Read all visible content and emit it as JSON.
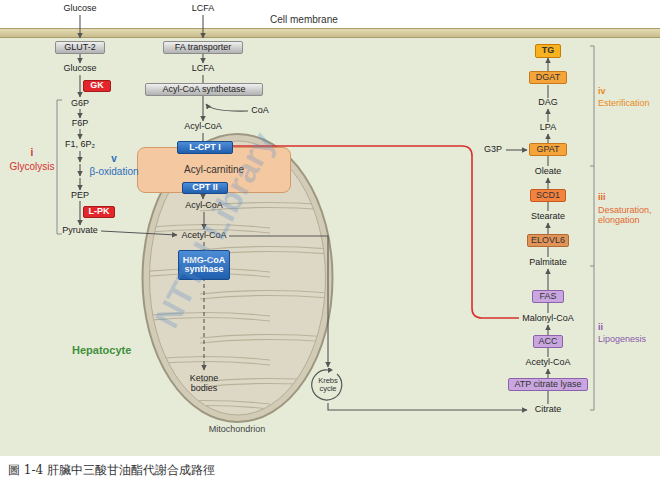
{
  "diagram": {
    "caption": "圖 1-4 肝臟中三酸甘油酯代謝合成路徑",
    "nodes": [
      {
        "text": [
          "Cell membrane"
        ]
      },
      {
        "text": [
          "GLUT-2"
        ],
        "in": 0
      },
      {
        "text": [
          "FA transporter"
        ],
        "in": 0
      },
      {
        "text": [
          "Hepatocyte"
        ]
      },
      {
        "text": [
          "GK"
        ],
        "in": 3
      },
      {
        "text": [
          "L-PK"
        ],
        "in": 3
      },
      {
        "text": [
          "Acyl-CoA synthetase"
        ],
        "in": 3
      },
      {
        "text": [
          "Mitochondrion"
        ],
        "in": 3
      },
      {
        "text": [
          "Acyl-carnitine"
        ],
        "in": 7
      },
      {
        "text": [
          "L-CPT I"
        ],
        "in": 8
      },
      {
        "text": [
          "CPT II"
        ],
        "in": 8
      },
      {
        "text": [
          "HMG-CoA synthase"
        ],
        "in": 7
      },
      {
        "text": [
          "Krebs cycle"
        ],
        "in": 7
      },
      {
        "text": [
          "TG"
        ],
        "in": 3
      },
      {
        "text": [
          "DGAT"
        ],
        "in": 3
      },
      {
        "text": [
          "GPAT"
        ],
        "in": 3
      },
      {
        "text": [
          "SCD1"
        ],
        "in": 3
      },
      {
        "text": [
          "ELOVL6"
        ],
        "in": 3
      },
      {
        "text": [
          "FAS"
        ],
        "in": 3
      },
      {
        "text": [
          "ACC"
        ],
        "in": 3
      },
      {
        "text": [
          "ATP citrate lyase"
        ],
        "in": 3
      }
    ],
    "edges": [
      {
        "from": 14,
        "to": 13,
        "arrow": "to"
      }
    ],
    "labels": [
      "Glucose",
      "LCFA",
      "Glucose",
      "G6P",
      "F6P",
      "F1, 6P₂",
      "PEP",
      "Pyruvate",
      "i",
      "Glycolysis",
      "LCFA",
      "CoA",
      "Acyl-CoA",
      "v",
      "β-oxidation",
      "Acyl-CoA",
      "Acetyl-CoA",
      "Ketone bodies",
      "DAG",
      "LPA",
      "G3P",
      "Oleate",
      "Stearate",
      "Palmitate",
      "Malonyl-CoA",
      "Acetyl-CoA",
      "Citrate",
      "iv",
      "Esterification",
      "iii",
      "Desaturation, elongation",
      "ii",
      "Lipogenesis",
      "NTTU Library"
    ]
  }
}
